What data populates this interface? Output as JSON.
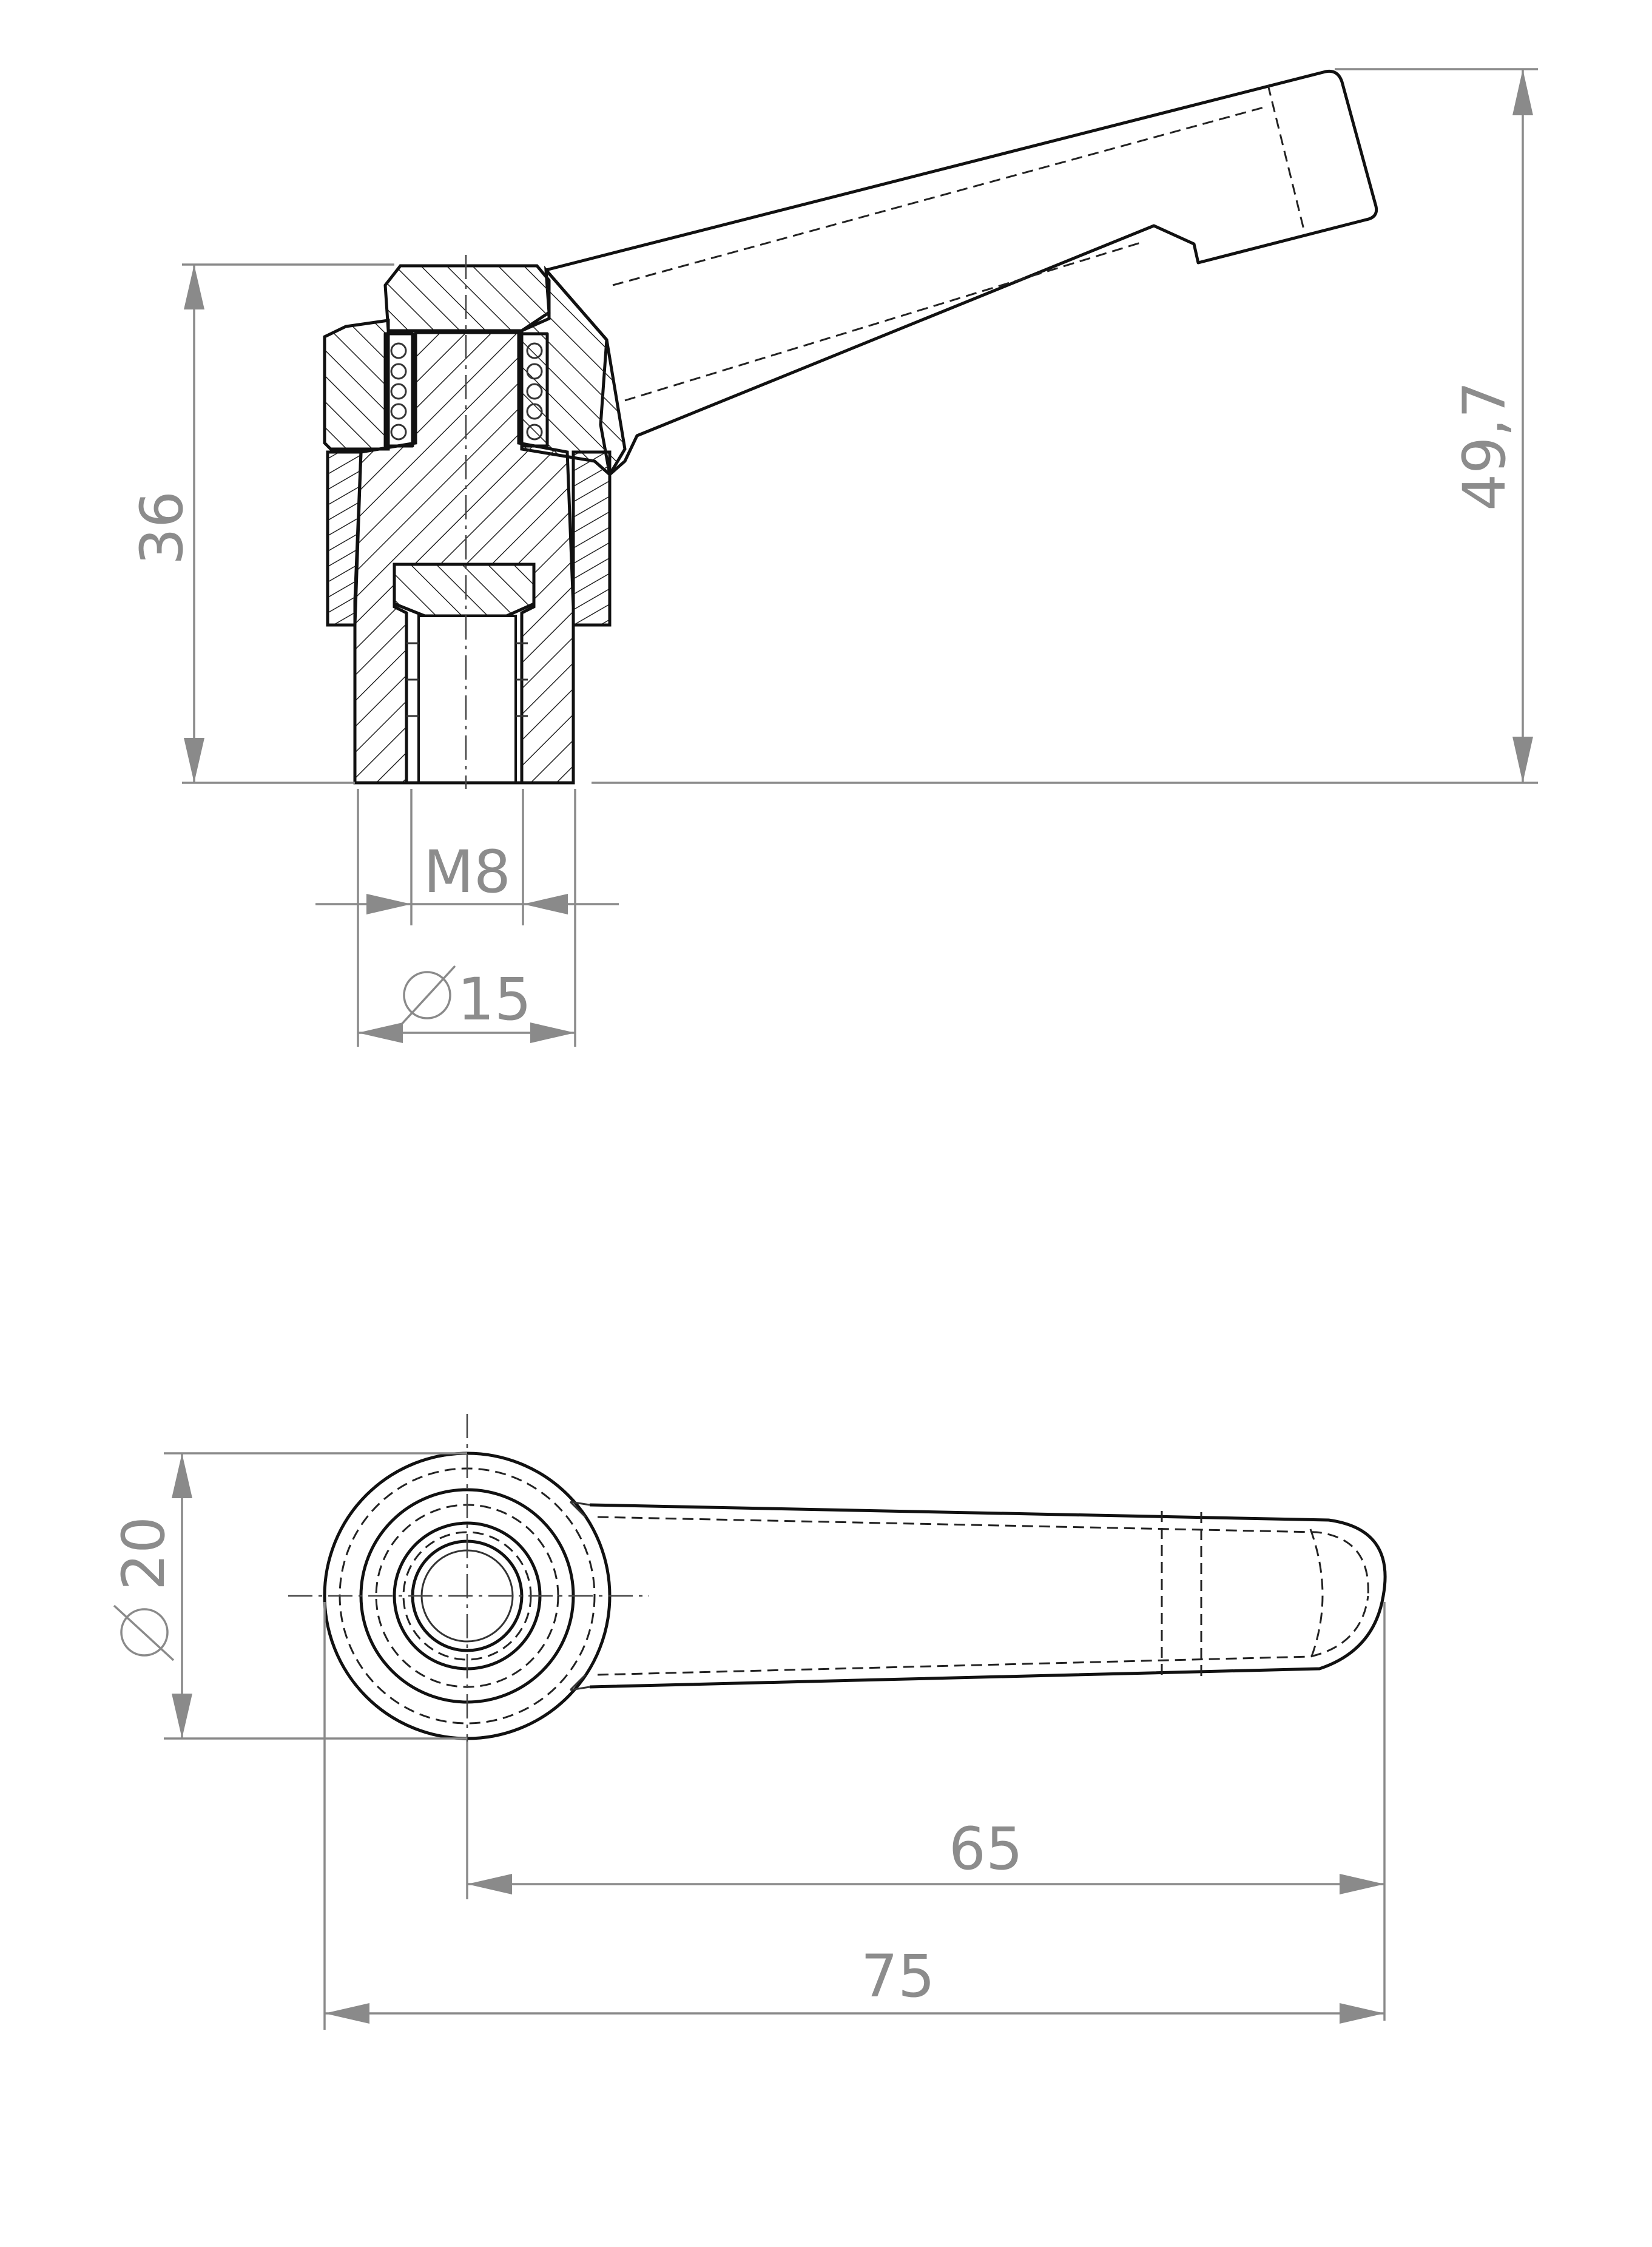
{
  "dimensions": {
    "height_body": "36",
    "height_total": "49,7",
    "thread": "M8",
    "diameter_shaft": "15",
    "diameter_hub": "20",
    "length_center": "65",
    "length_total": "75"
  },
  "symbols": {
    "diameter": "diameter-symbol"
  }
}
